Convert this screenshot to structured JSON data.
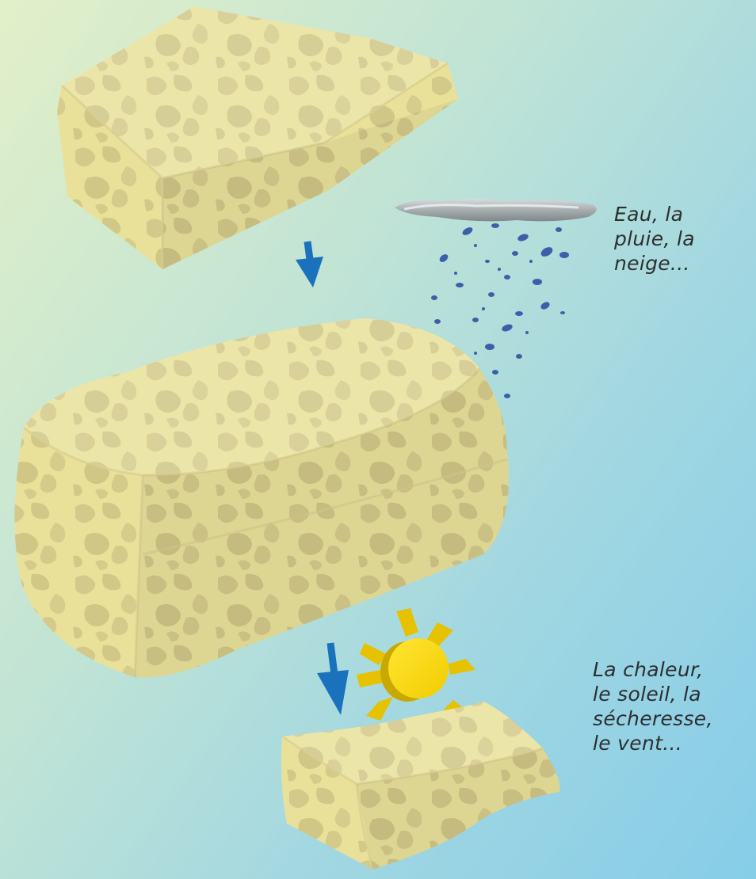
{
  "labels": {
    "water": {
      "line1": "Eau, la",
      "line2": "pluie, la",
      "line3": "neige..."
    },
    "heat": {
      "line1": "La chaleur,",
      "line2": "le soleil, la",
      "line3": "sécheresse,",
      "line4": "le vent..."
    }
  },
  "colors": {
    "background_start": "#e2f0c8",
    "background_end": "#86cde8",
    "sponge_light": "#ebe39b",
    "sponge_dark": "#cfc585",
    "arrow": "#1a72bd",
    "rain": "#3c5fa8",
    "cloud": "#9aa1a3",
    "sun": "#f5d400",
    "sun_side": "#c9a800"
  },
  "icons": {
    "arrow_top": "arrow-down-icon",
    "arrow_bottom": "arrow-down-icon",
    "cloud": "cloud-icon",
    "sun": "sun-icon"
  }
}
